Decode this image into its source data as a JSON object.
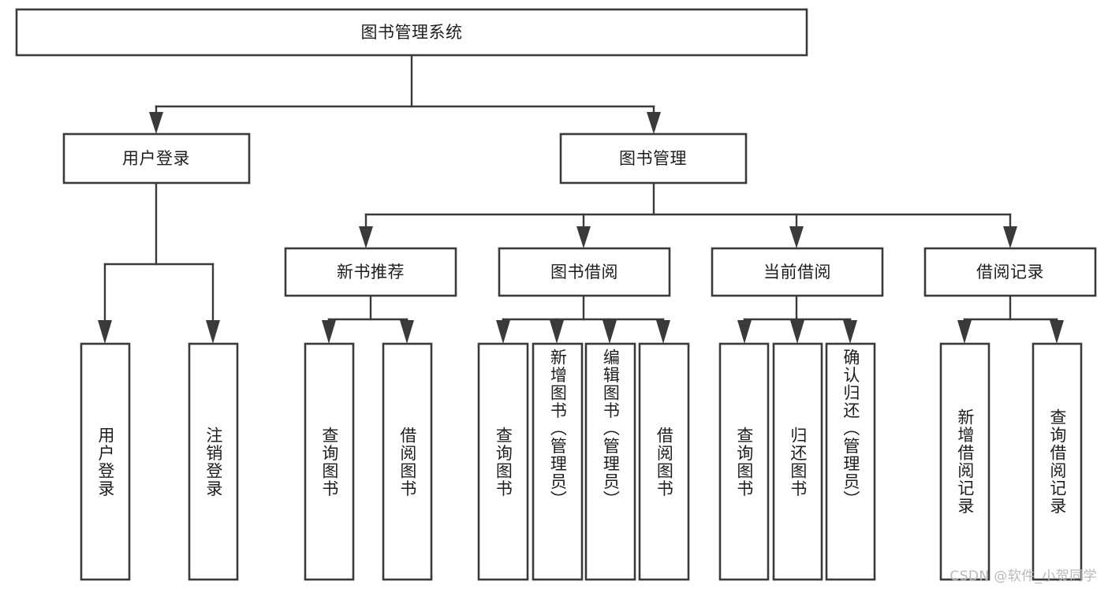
{
  "diagram": {
    "type": "tree-hierarchy",
    "orientation": "top-down",
    "root": {
      "id": "root",
      "label": "图书管理系统"
    },
    "level2": [
      {
        "id": "user-login",
        "label": "用户登录"
      },
      {
        "id": "book-manage",
        "label": "图书管理"
      }
    ],
    "level3": [
      {
        "id": "new-book-recommend",
        "label": "新书推荐",
        "parent": "book-manage"
      },
      {
        "id": "book-borrow",
        "label": "图书借阅",
        "parent": "book-manage"
      },
      {
        "id": "current-borrow",
        "label": "当前借阅",
        "parent": "book-manage"
      },
      {
        "id": "borrow-record",
        "label": "借阅记录",
        "parent": "book-manage"
      }
    ],
    "leaves": [
      {
        "id": "leaf-user-login",
        "label": "用户登录",
        "parent": "user-login"
      },
      {
        "id": "leaf-logout-login",
        "label": "注销登录",
        "parent": "user-login"
      },
      {
        "id": "leaf-query-book-1",
        "label": "查询图书",
        "parent": "new-book-recommend"
      },
      {
        "id": "leaf-borrow-book-1",
        "label": "借阅图书",
        "parent": "new-book-recommend"
      },
      {
        "id": "leaf-query-book-2",
        "label": "查询图书",
        "parent": "book-borrow"
      },
      {
        "id": "leaf-add-book",
        "label": "新增图书（管理员）",
        "parent": "book-borrow"
      },
      {
        "id": "leaf-edit-book",
        "label": "编辑图书（管理员）",
        "parent": "book-borrow"
      },
      {
        "id": "leaf-borrow-book-2",
        "label": "借阅图书",
        "parent": "book-borrow"
      },
      {
        "id": "leaf-query-book-3",
        "label": "查询图书",
        "parent": "current-borrow"
      },
      {
        "id": "leaf-return-book",
        "label": "归还图书",
        "parent": "current-borrow"
      },
      {
        "id": "leaf-confirm-return",
        "label": "确认归还（管理员）",
        "parent": "current-borrow"
      },
      {
        "id": "leaf-add-record",
        "label": "新增借阅记录",
        "parent": "borrow-record"
      },
      {
        "id": "leaf-query-record",
        "label": "查询借阅记录",
        "parent": "borrow-record"
      }
    ],
    "colors": {
      "box_stroke": "#3a3a3a",
      "box_fill": "#ffffff",
      "connector": "#3a3a3a",
      "text": "#1d1d1d",
      "watermark": "#b9b9b9",
      "background": "#ffffff"
    }
  },
  "watermark": {
    "text": "CSDN @软件_小贺同学"
  }
}
